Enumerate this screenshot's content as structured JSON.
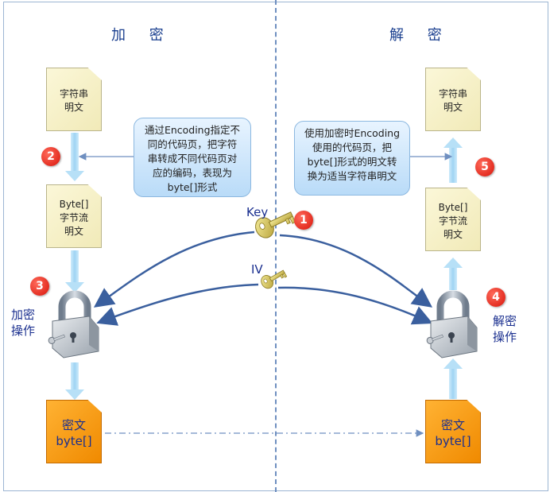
{
  "encrypt": {
    "heading": "加 密",
    "plaintext_doc": "字符串\n明文",
    "byte_doc": "Byte[]\n字节流\n明文",
    "note": "通过Encoding指定不\n同的代码页，把字符\n串转成不同代码页对\n应的编码，表现为\nbyte[]形式",
    "operation_label": "加密\n操作",
    "cipher_doc": "密文\nbyte[]"
  },
  "decrypt": {
    "heading": "解 密",
    "plaintext_doc": "字符串\n明文",
    "byte_doc": "Byte[]\n字节流\n明文",
    "note": "使用加密时Encoding\n使用的代码页，把\nbyte[]形式的明文转\n换为适当字符串明文",
    "operation_label": "解密\n操作",
    "cipher_doc": "密文\nbyte[]"
  },
  "keys": {
    "key_label": "Key",
    "iv_label": "IV"
  },
  "badges": [
    "1",
    "2",
    "3",
    "4",
    "5"
  ],
  "colors": {
    "accent_blue": "#1a3f8f",
    "badge_red": "#d8140a",
    "cipher_orange": "#f08a00",
    "plain_doc": "#f6f0c6",
    "arrow_light": "#a9d8f5",
    "curve_blue": "#3a5f9e"
  }
}
